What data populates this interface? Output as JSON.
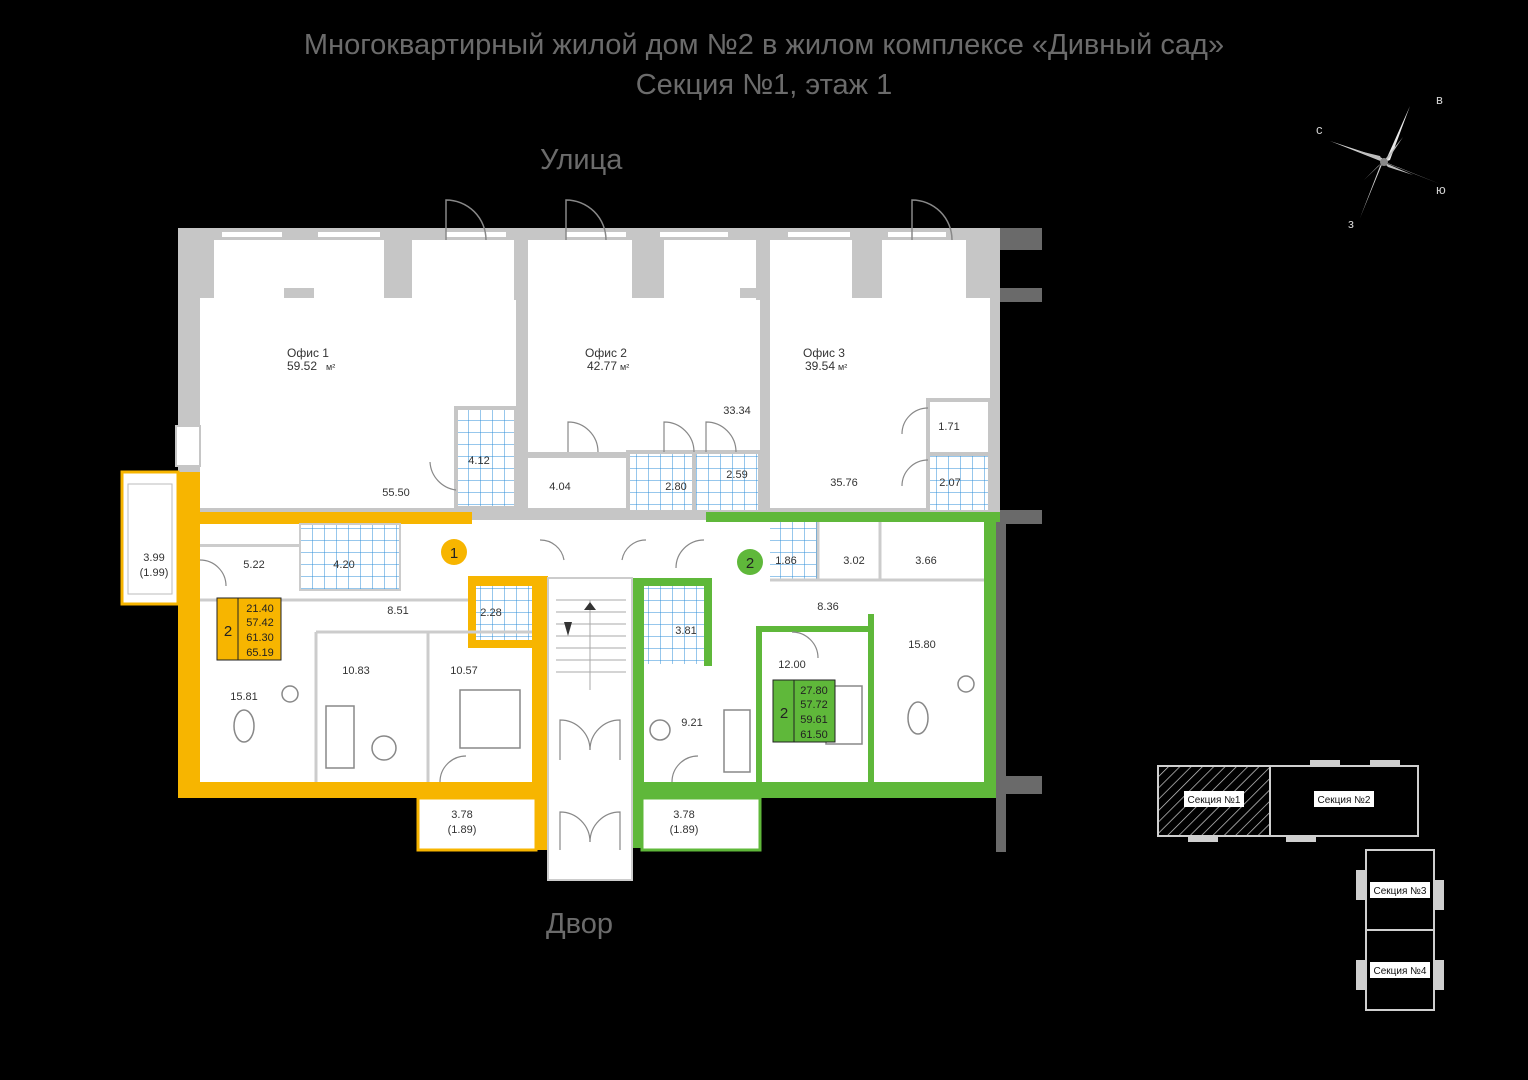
{
  "title": {
    "line1": "Многоквартирный жилой дом №2 в жилом комплексе «Дивный сад»",
    "line2": "Секция №1,  этаж 1"
  },
  "orientation": {
    "street": "Улица",
    "yard": "Двор"
  },
  "compass": {
    "n": "с",
    "e": "в",
    "s": "ю",
    "w": "з"
  },
  "colors": {
    "wall": "#c6c6c6",
    "floor": "#ffffff",
    "tile": "#2f8fd8",
    "apartment_1": "#f7b500",
    "apartment_2": "#5fb83a",
    "background": "#000000",
    "text_grey": "#6b6b6b"
  },
  "offices": [
    {
      "name": "Офис 1",
      "area": "59.52",
      "unit": "м²",
      "rooms": [
        "55.50",
        "4.12"
      ]
    },
    {
      "name": "Офис 2",
      "area": "42.77",
      "unit": "м²",
      "rooms": [
        "33.34",
        "4.04",
        "2.80",
        "2.59"
      ]
    },
    {
      "name": "Офис 3",
      "area": "39.54",
      "unit": "м²",
      "rooms": [
        "35.76",
        "1.71",
        "2.07"
      ]
    }
  ],
  "apartments": [
    {
      "number": "1",
      "rooms_count": "2",
      "areas": [
        "21.40",
        "57.42",
        "61.30",
        "65.19"
      ],
      "rooms": [
        "5.22",
        "4.20",
        "8.51",
        "2.28",
        "10.83",
        "10.57",
        "15.81"
      ],
      "balconies": [
        {
          "area": "3.99",
          "reduced": "(1.99)"
        },
        {
          "area": "3.78",
          "reduced": "(1.89)"
        }
      ]
    },
    {
      "number": "2",
      "rooms_count": "2",
      "areas": [
        "27.80",
        "57.72",
        "59.61",
        "61.50"
      ],
      "rooms": [
        "1.86",
        "3.02",
        "3.66",
        "8.36",
        "3.81",
        "12.00",
        "15.80",
        "9.21"
      ],
      "balconies": [
        {
          "area": "3.78",
          "reduced": "(1.89)"
        }
      ]
    }
  ],
  "key_plan": {
    "sections": [
      "Секция №1",
      "Секция №2",
      "Секция №3",
      "Секция №4"
    ],
    "current": "Секция №1"
  }
}
